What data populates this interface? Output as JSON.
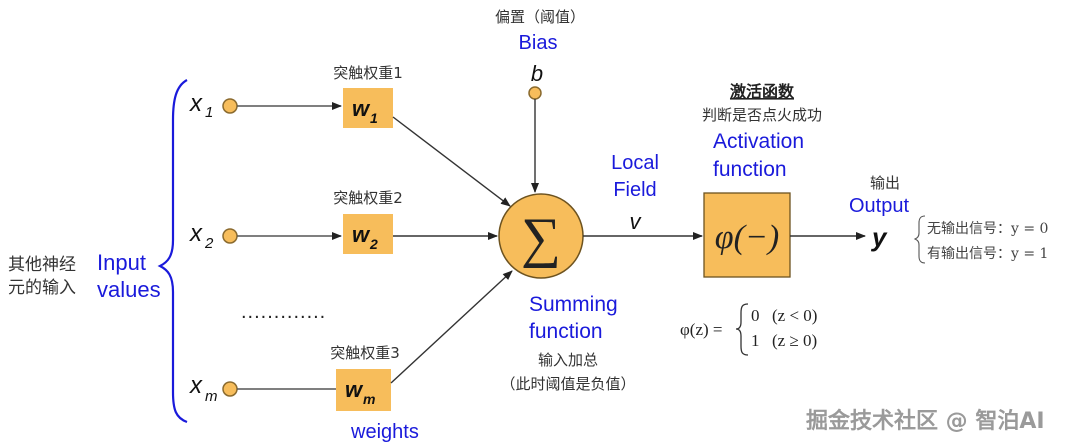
{
  "colors": {
    "node_fill": "#f7bd5b",
    "node_stroke": "#8a6a2e",
    "label_blue": "#1a1adb",
    "text_dark": "#333333",
    "line": "#555555"
  },
  "inputs": {
    "side_label_cn_line1": "其他神经",
    "side_label_cn_line2": "元的输入",
    "label_en_line1": "Input",
    "label_en_line2": "values",
    "items": [
      {
        "var": "x",
        "sub": "1"
      },
      {
        "var": "x",
        "sub": "2"
      },
      {
        "var": "x",
        "sub": "m"
      }
    ],
    "ellipsis": "............."
  },
  "weights": {
    "items": [
      {
        "label_cn": "突触权重1",
        "var": "w",
        "sub": "1"
      },
      {
        "label_cn": "突触权重2",
        "var": "w",
        "sub": "2"
      },
      {
        "label_cn": "突触权重3",
        "var": "w",
        "sub": "m"
      }
    ],
    "label_en": "weights"
  },
  "bias": {
    "label_cn": "偏置（阈值）",
    "label_en": "Bias",
    "var": "b"
  },
  "summing": {
    "symbol": "∑",
    "label_en_line1": "Summing",
    "label_en_line2": "function",
    "label_cn_line1": "输入加总",
    "label_cn_line2": "（此时阈值是负值）"
  },
  "local_field": {
    "label_en_line1": "Local",
    "label_en_line2": "Field",
    "var": "v"
  },
  "activation": {
    "label_cn_title": "激活函数",
    "label_cn_sub": "判断是否点火成功",
    "label_en_line1": "Activation",
    "label_en_line2": "function",
    "symbol": "φ(−)",
    "formula_lhs": "φ(z) =",
    "case1_value": "0",
    "case1_cond": "(z < 0)",
    "case2_value": "1",
    "case2_cond": "(z ≥ 0)"
  },
  "output": {
    "label_cn": "输出",
    "label_en": "Output",
    "var": "y",
    "case1": "无输出信号：y = 0",
    "case2": "有输出信号：y = 1"
  },
  "watermark": "掘金技术社区 @ 智泊AI"
}
